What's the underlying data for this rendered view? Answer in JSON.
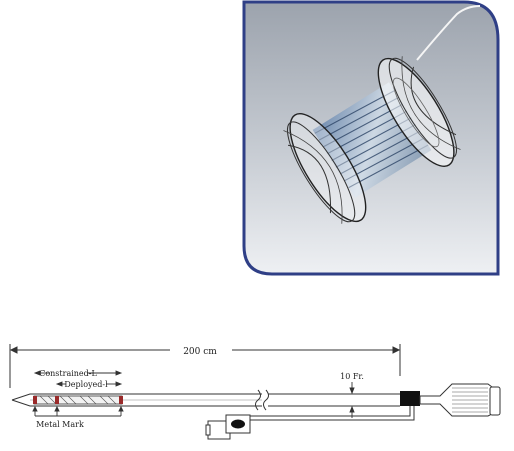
{
  "photo": {
    "frame_color": "#2f3f86",
    "background_color": "#a7adb6",
    "subject": "stent"
  },
  "diagram": {
    "total_length_label": "200 cm",
    "constrained_label": "Constrained-L",
    "deployed_label": "Deployed-l",
    "diameter_label": "10 Fr.",
    "marker_label": "Metal Mark",
    "marker_color": "#9a2a2a",
    "line_color": "#333333"
  }
}
